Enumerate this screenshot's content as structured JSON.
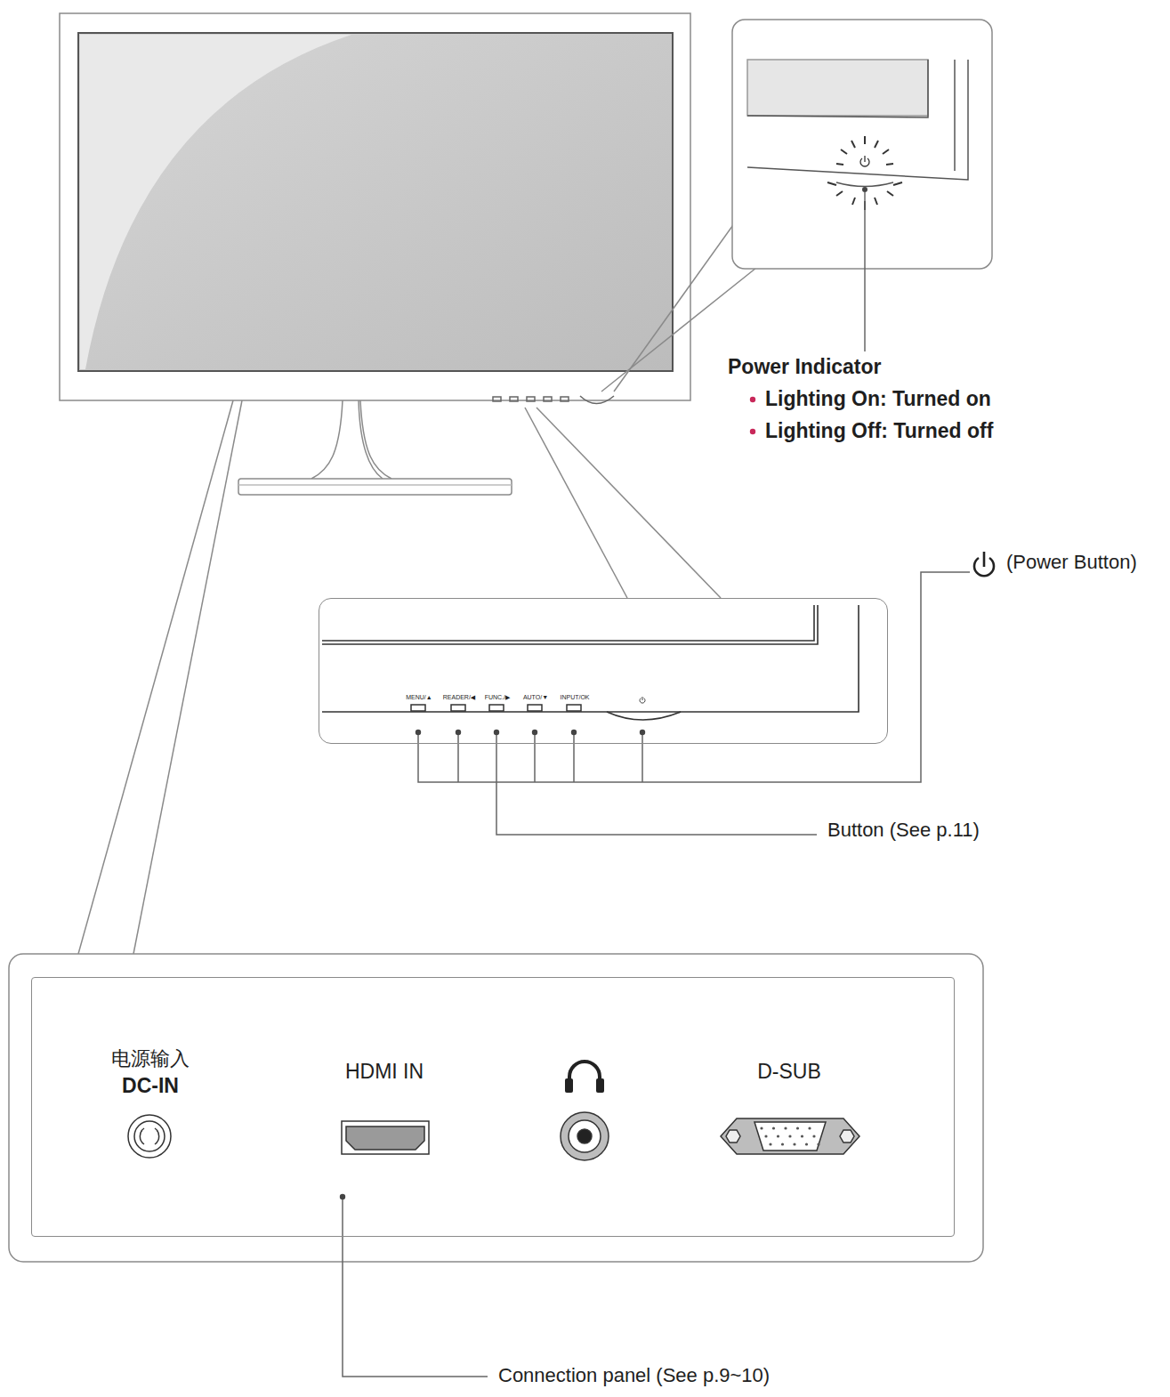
{
  "diagram": {
    "nodes": [
      {
        "text": [
          "MENU/▲",
          "READER/◀",
          "FUNC./▶",
          "AUTO/▼",
          "INPUT/OK"
        ]
      },
      {
        "text": [
          "电源输入",
          "DC-IN",
          "HDMI IN",
          "D-SUB"
        ]
      }
    ],
    "labels": [
      "Power Indicator",
      "Lighting On: Turned on",
      "Lighting Off: Turned off",
      "(Power Button)",
      "Button (See p.11)",
      "Connection panel (See p.9~10)"
    ]
  }
}
